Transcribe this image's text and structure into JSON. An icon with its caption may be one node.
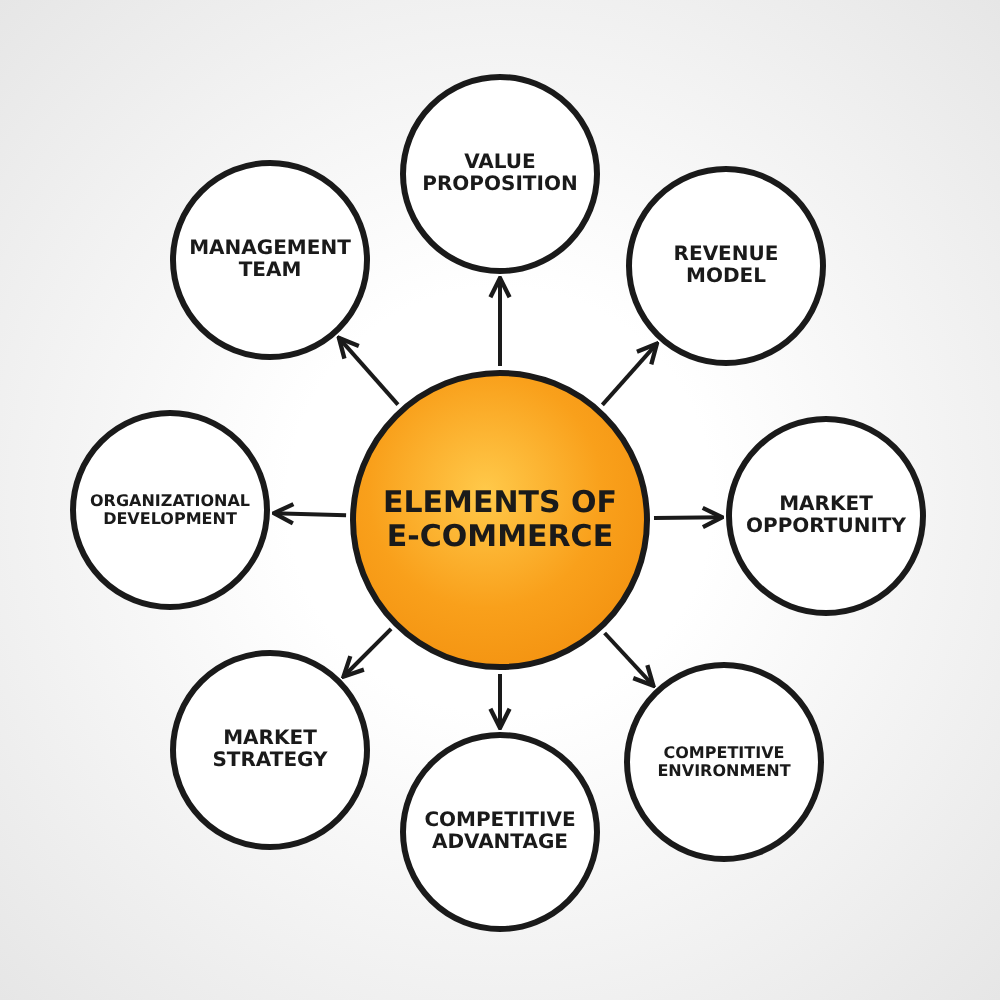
{
  "diagram": {
    "nodes": [
      {
        "text": [
          "ELEMENTS OF E-COMMERCE"
        ]
      },
      {
        "text": [
          "VALUE PROPOSITION"
        ]
      },
      {
        "text": [
          "REVENUE MODEL"
        ]
      },
      {
        "text": [
          "MARKET OPPORTUNITY"
        ]
      },
      {
        "text": [
          "COMPETITIVE ENVIRONMENT"
        ]
      },
      {
        "text": [
          "COMPETITIVE ADVANTAGE"
        ]
      },
      {
        "text": [
          "MARKET STRATEGY"
        ]
      },
      {
        "text": [
          "ORGANIZATIONAL DEVELOPMENT"
        ]
      },
      {
        "text": [
          "MANAGEMENT TEAM"
        ]
      }
    ],
    "edges": [
      {
        "from": 0,
        "to": 1,
        "arrow": "to"
      },
      {
        "from": 0,
        "to": 2,
        "arrow": "to"
      },
      {
        "from": 0,
        "to": 3,
        "arrow": "to"
      },
      {
        "from": 0,
        "to": 4,
        "arrow": "to"
      },
      {
        "from": 0,
        "to": 5,
        "arrow": "to"
      },
      {
        "from": 0,
        "to": 6,
        "arrow": "to"
      },
      {
        "from": 0,
        "to": 7,
        "arrow": "to"
      },
      {
        "from": 0,
        "to": 8,
        "arrow": "to"
      }
    ]
  }
}
